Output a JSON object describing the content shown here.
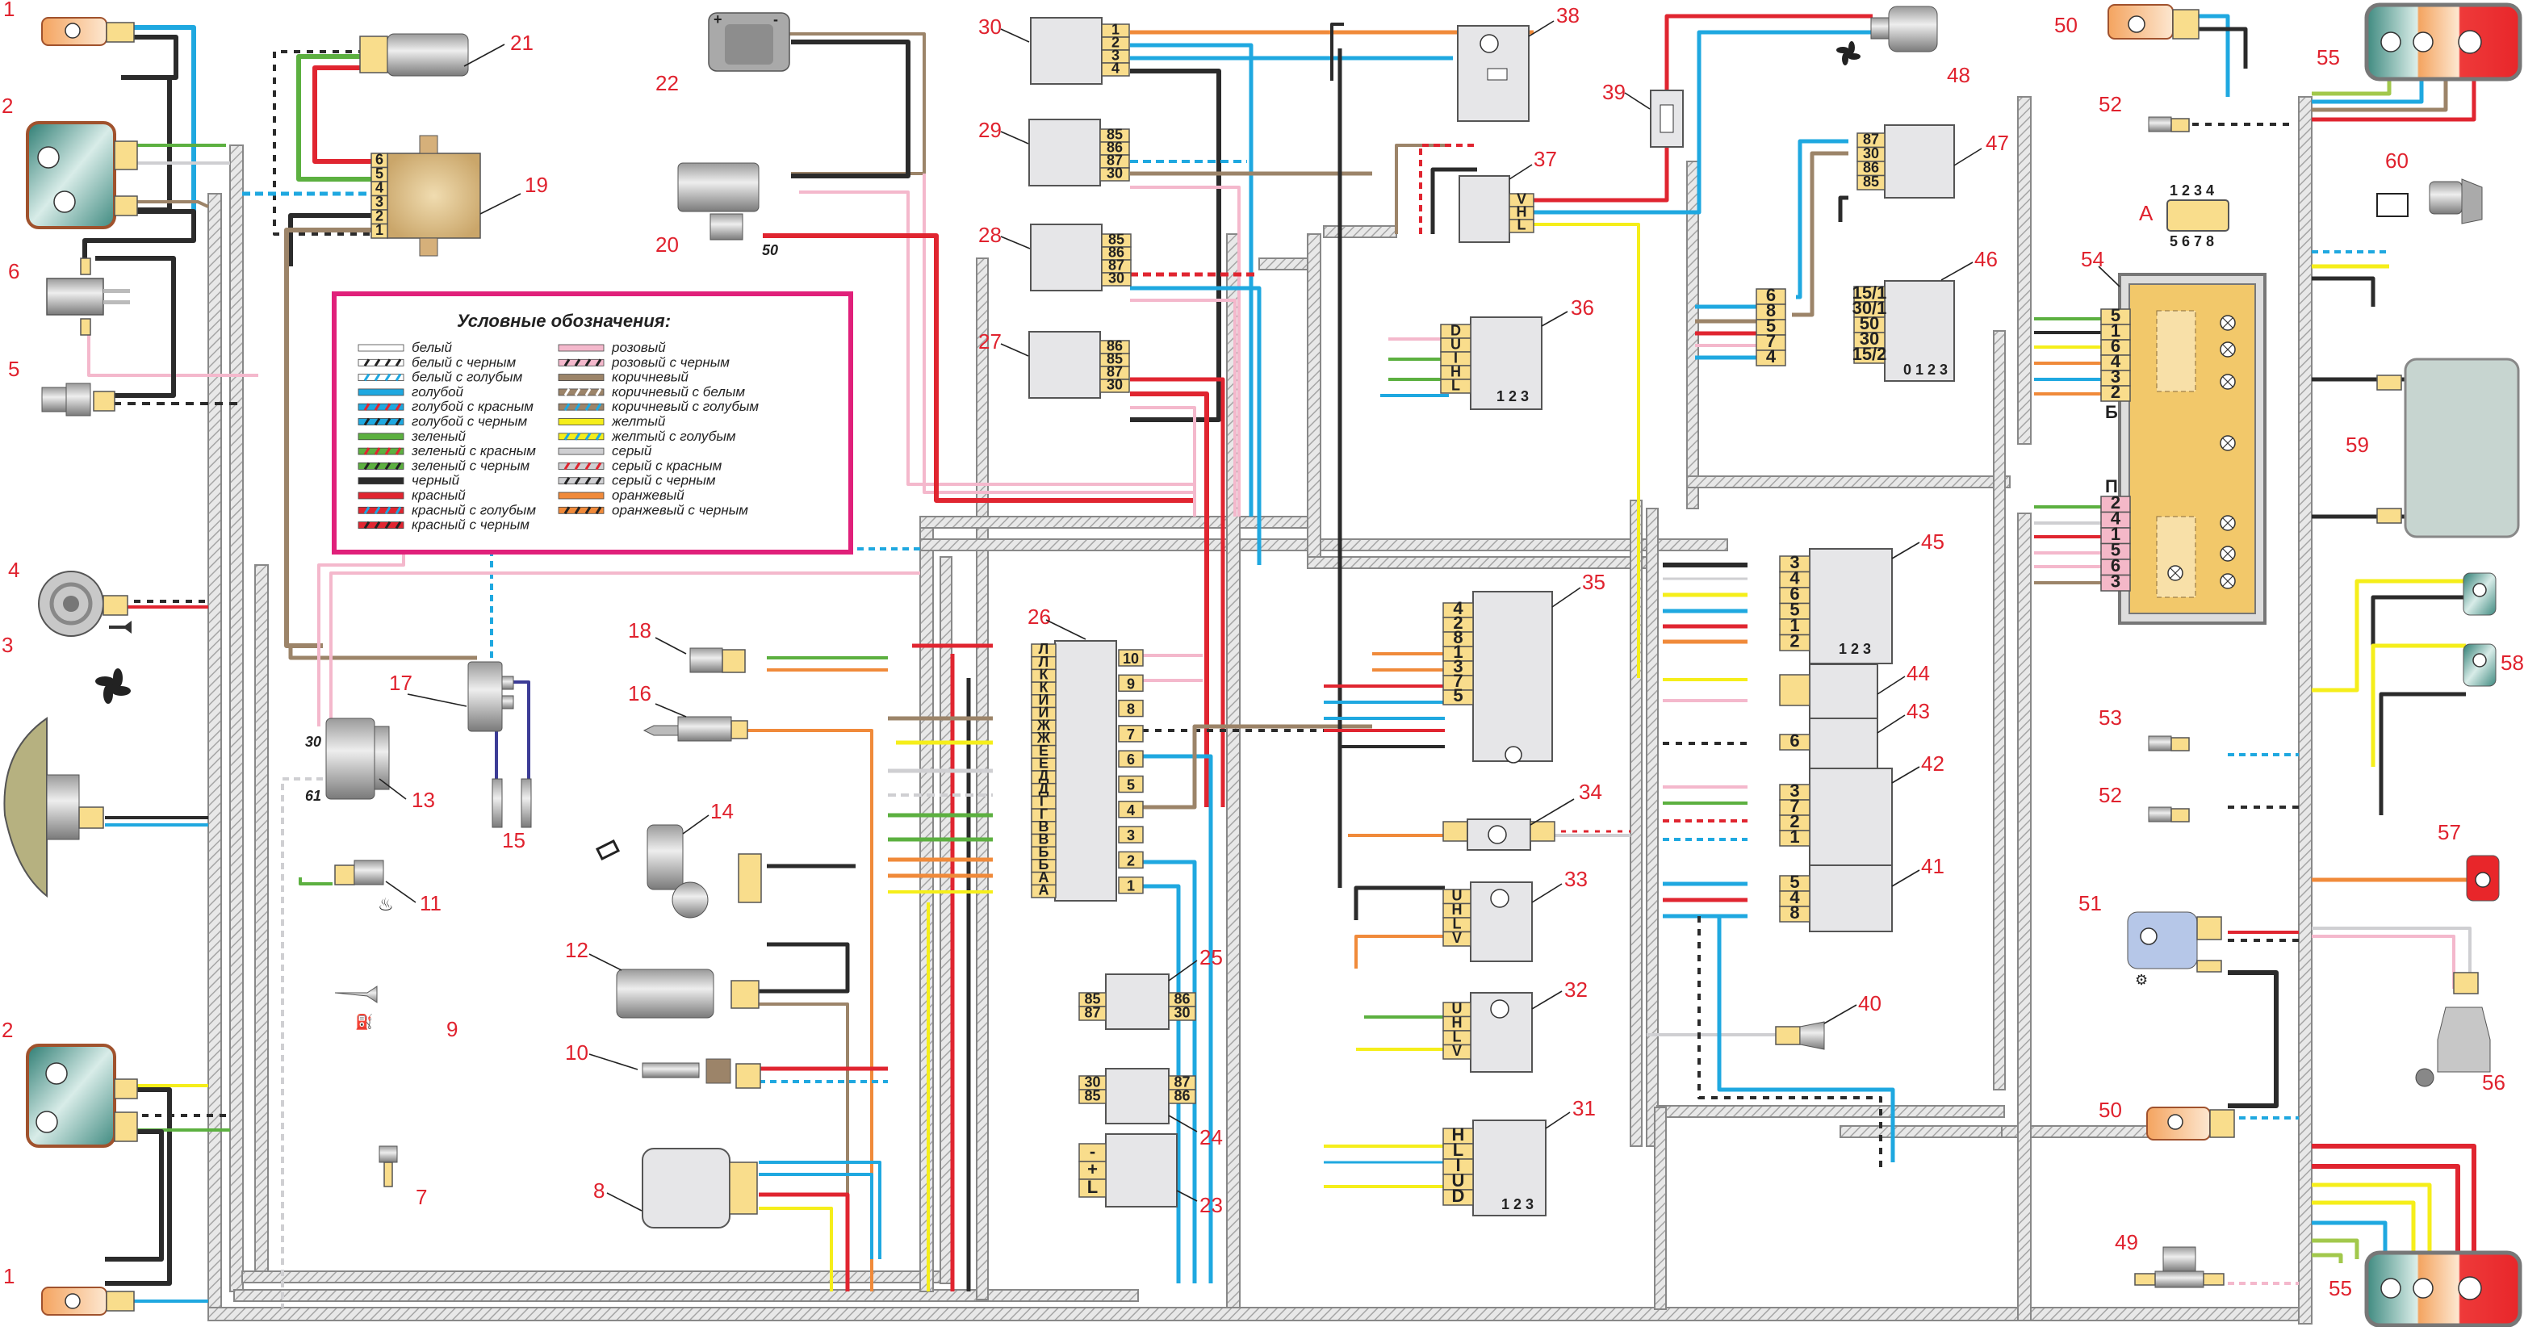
{
  "legend": {
    "title": "Условные обозначения:",
    "left": [
      {
        "label": "белый",
        "base": "#ffffff",
        "stripe": null
      },
      {
        "label": "белый с черным",
        "base": "#ffffff",
        "stripe": "#222222"
      },
      {
        "label": "белый с голубым",
        "base": "#ffffff",
        "stripe": "#1fa8e0"
      },
      {
        "label": "голубой",
        "base": "#1fa8e0",
        "stripe": null
      },
      {
        "label": "голубой с красным",
        "base": "#1fa8e0",
        "stripe": "#e02530"
      },
      {
        "label": "голубой с черным",
        "base": "#1fa8e0",
        "stripe": "#222222"
      },
      {
        "label": "зеленый",
        "base": "#5cb040",
        "stripe": null
      },
      {
        "label": "зеленый с красным",
        "base": "#5cb040",
        "stripe": "#e02530"
      },
      {
        "label": "зеленый с черным",
        "base": "#5cb040",
        "stripe": "#222222"
      },
      {
        "label": "черный",
        "base": "#2b2b2b",
        "stripe": null
      },
      {
        "label": "красный",
        "base": "#e02530",
        "stripe": null
      },
      {
        "label": "красный с голубым",
        "base": "#e02530",
        "stripe": "#1fa8e0"
      },
      {
        "label": "красный с черным",
        "base": "#e02530",
        "stripe": "#222222"
      }
    ],
    "right": [
      {
        "label": "розовый",
        "base": "#f4b8cc",
        "stripe": null
      },
      {
        "label": "розовый с черным",
        "base": "#f4b8cc",
        "stripe": "#222222"
      },
      {
        "label": "коричневый",
        "base": "#9c8469",
        "stripe": null
      },
      {
        "label": "коричневый с белым",
        "base": "#9c8469",
        "stripe": "#ffffff"
      },
      {
        "label": "коричневый с голубым",
        "base": "#9c8469",
        "stripe": "#1fa8e0"
      },
      {
        "label": "желтый",
        "base": "#f5ee1a",
        "stripe": null
      },
      {
        "label": "желтый с голубым",
        "base": "#f5ee1a",
        "stripe": "#1fa8e0"
      },
      {
        "label": "серый",
        "base": "#cfcfd2",
        "stripe": null
      },
      {
        "label": "серый с красным",
        "base": "#cfcfd2",
        "stripe": "#e02530"
      },
      {
        "label": "серый с черным",
        "base": "#cfcfd2",
        "stripe": "#222222"
      },
      {
        "label": "оранжевый",
        "base": "#f08a3a",
        "stripe": null
      },
      {
        "label": "оранжевый с черным",
        "base": "#f08a3a",
        "stripe": "#222222"
      }
    ]
  },
  "colors": {
    "accent_red": "#e0222e",
    "legend_border": "#e0207a",
    "connector_yellow": "#f9dd8c",
    "connector_pink": "#f4b8c8",
    "box_gray": "#e6e6e8",
    "panel_orange": "#f2c86a"
  },
  "components": {
    "c1a": "1",
    "c1b": "1",
    "c2a": "2",
    "c2b": "2",
    "c3": "3",
    "c4": "4",
    "c5": "5",
    "c6": "6",
    "c7": "7",
    "c8": "8",
    "c9": "9",
    "c10": "10",
    "c11": "11",
    "c12": "12",
    "c13": "13",
    "c14": "14",
    "c15": "15",
    "c16": "16",
    "c17": "17",
    "c18": "18",
    "c19": "19",
    "c20": "20",
    "c21": "21",
    "c22": "22",
    "c23": "23",
    "c24": "24",
    "c25": "25",
    "c26": "26",
    "c27": "27",
    "c28": "28",
    "c29": "29",
    "c30": "30",
    "c31": "31",
    "c32": "32",
    "c33": "33",
    "c34": "34",
    "c35": "35",
    "c36": "36",
    "c37": "37",
    "c38": "38",
    "c39": "39",
    "c40": "40",
    "c41": "41",
    "c42": "42",
    "c43": "43",
    "c44": "44",
    "c45": "45",
    "c46": "46",
    "c47": "47",
    "c48": "48",
    "c49": "49",
    "c50a": "50",
    "c50b": "50",
    "c51": "51",
    "c52a": "52",
    "c52b": "52",
    "c53": "53",
    "c54": "54",
    "c55a": "55",
    "c55b": "55",
    "c56": "56",
    "c57": "57",
    "c58": "58",
    "c59": "59",
    "c60": "60"
  },
  "terminals": {
    "gen_30": "30",
    "gen_61": "61",
    "starter_50": "50",
    "battery_plus": "+",
    "battery_minus": "-"
  },
  "pins": {
    "c19": [
      "6",
      "5",
      "4",
      "3",
      "2",
      "1"
    ],
    "c30": [
      "1",
      "2",
      "3",
      "4"
    ],
    "c29": [
      "85",
      "86",
      "87",
      "30"
    ],
    "c28": [
      "85",
      "86",
      "87",
      "30"
    ],
    "c27": [
      "86",
      "85",
      "87",
      "30"
    ],
    "c26_left": [
      "Л",
      "Л",
      "К",
      "К",
      "И",
      "И",
      "Ж",
      "Ж",
      "Е",
      "Е",
      "Д",
      "Д",
      "Г",
      "Г",
      "В",
      "В",
      "Б",
      "Б",
      "А",
      "А"
    ],
    "c26_right": [
      "10",
      "9",
      "8",
      "7",
      "6",
      "5",
      "4",
      "3",
      "2",
      "1"
    ],
    "c25_left": [
      "85",
      "87"
    ],
    "c25_right": [
      "86",
      "30"
    ],
    "c24_left": [
      "30",
      "85"
    ],
    "c24_right": [
      "87",
      "86"
    ],
    "c23": [
      "-",
      "+",
      "L"
    ],
    "c36": [
      "D",
      "U",
      "I",
      "H",
      "L"
    ],
    "c36_pos": "1 2 3",
    "c35": [
      "4",
      "2",
      "8",
      "1",
      "3",
      "7",
      "5"
    ],
    "c33": [
      "U",
      "H",
      "L",
      "V"
    ],
    "c32": [
      "U",
      "H",
      "L",
      "V"
    ],
    "c31": [
      "H",
      "L",
      "I",
      "U",
      "D"
    ],
    "c31_pos": "1 2 3",
    "c37": [
      "V",
      "H",
      "L"
    ],
    "c47": [
      "87",
      "30",
      "86",
      "85"
    ],
    "c46_conn": [
      "6",
      "8",
      "5",
      "7",
      "4"
    ],
    "c46": [
      "15/1",
      "30/1",
      "50",
      "30",
      "15/2"
    ],
    "c46_pos": "0 1 2 3",
    "c45": [
      "3",
      "4",
      "6",
      "5",
      "1",
      "2"
    ],
    "c45_pos": "1 2 3",
    "c43": [
      "6"
    ],
    "c42": [
      "3",
      "7",
      "2",
      "1"
    ],
    "c41": [
      "5",
      "4",
      "8"
    ],
    "c54_b": [
      "5",
      "1",
      "6",
      "4",
      "3",
      "2"
    ],
    "c54_b_label": "Б",
    "c54_p": [
      "2",
      "4",
      "1",
      "5",
      "6",
      "3"
    ],
    "c54_p_label": "П",
    "plugA_label": "А",
    "plugA_top": "1 2 3 4",
    "plugA_bottom": "5 6 7 8"
  }
}
